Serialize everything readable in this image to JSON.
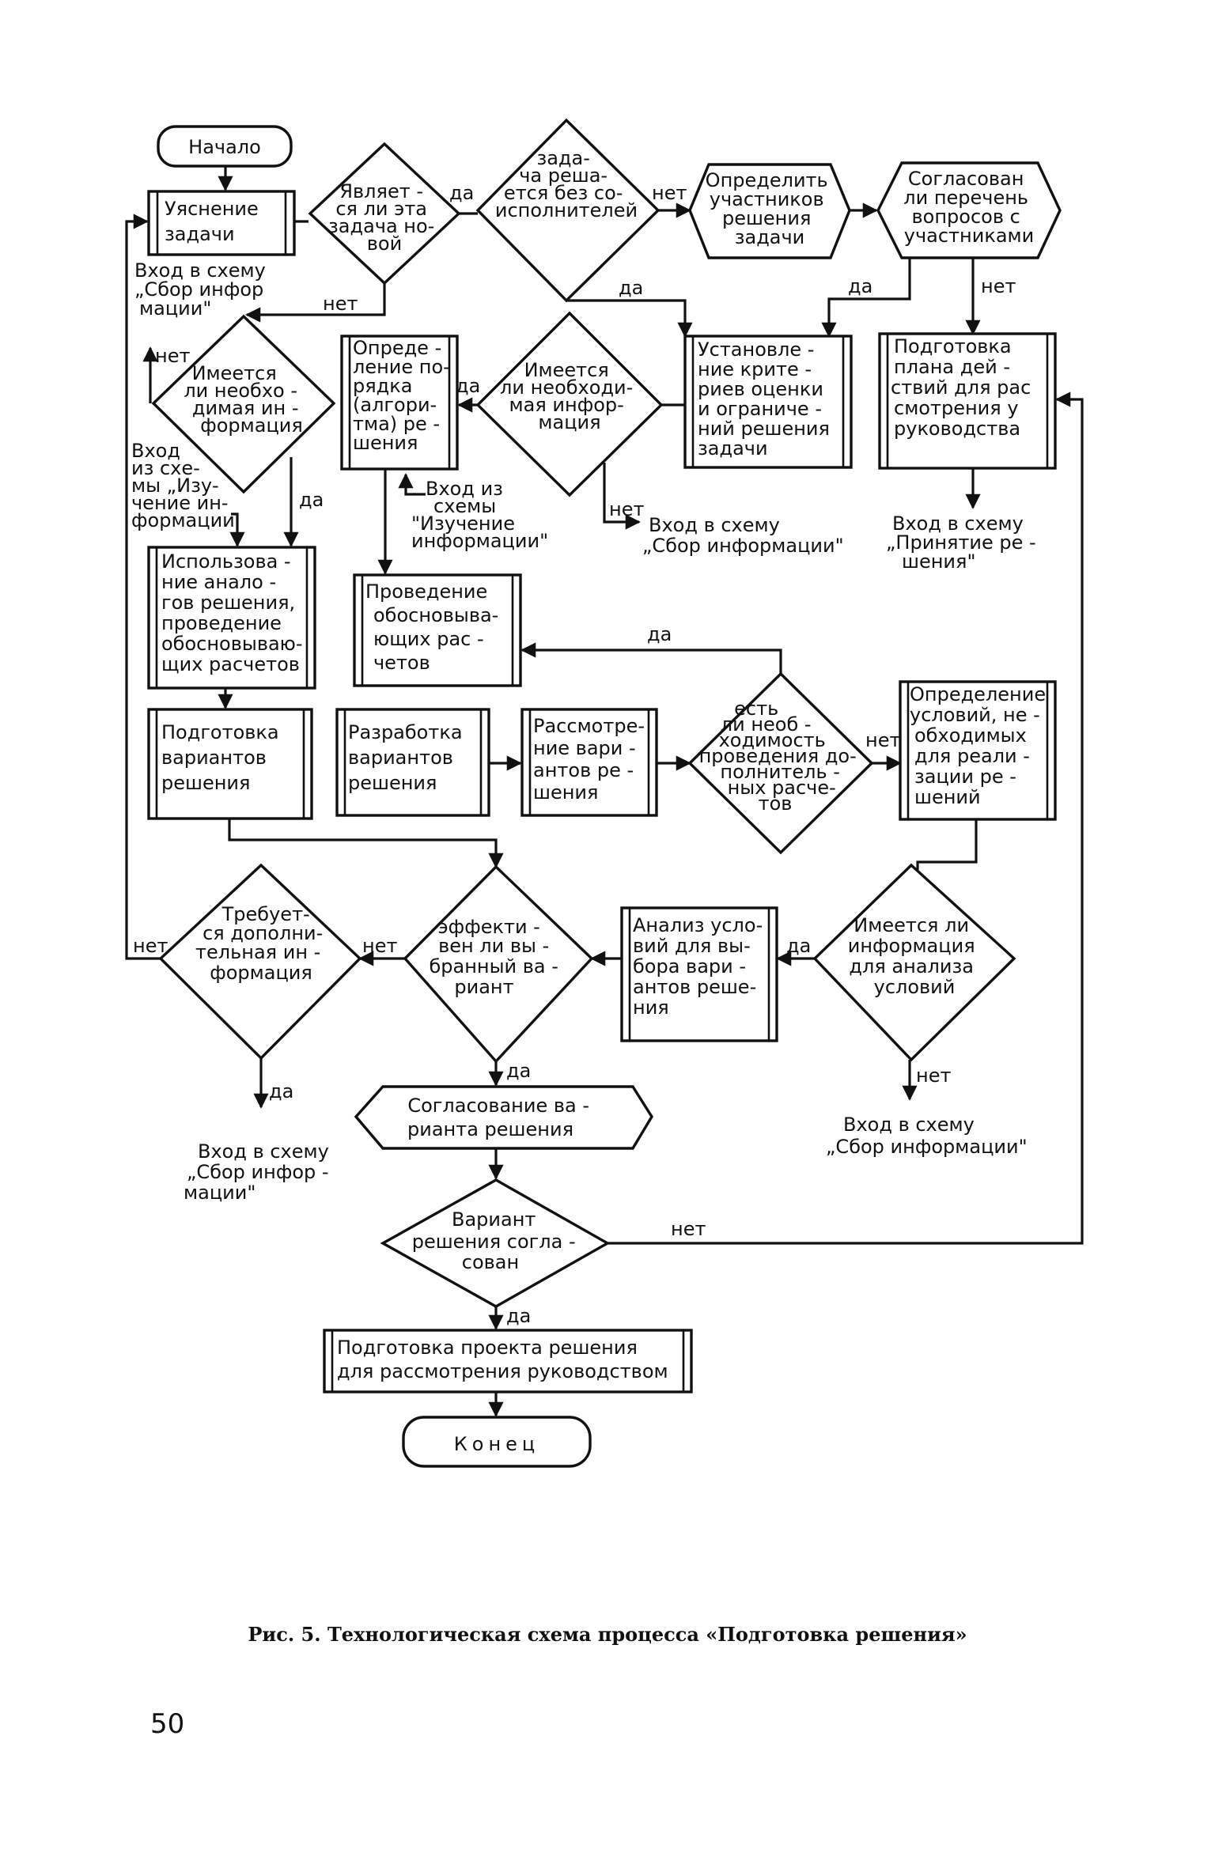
{
  "nodes": {
    "start": "Начало",
    "clarify": [
      "Уяснение",
      "задачи"
    ],
    "is_new": [
      "Являет -",
      "ся ли эта",
      "задача но-",
      "вой"
    ],
    "no_coexec": [
      "зада-",
      "ча реша-",
      "ется без со-",
      "исполнителей"
    ],
    "define_participants": [
      "Определить",
      "участников",
      "решения",
      "задачи"
    ],
    "agreed_list": [
      "Согласован",
      "ли перечень",
      "вопросов с",
      "участниками"
    ],
    "has_info": [
      "Имеется",
      "ли необхо -",
      "димая ин -",
      "формация"
    ],
    "define_order": [
      "Опреде -",
      "ление по-",
      "рядка",
      "(алгори-",
      "тма) ре -",
      "шения"
    ],
    "has_info2": [
      "Имеется",
      "ли необходи-",
      "мая инфор-",
      "мация"
    ],
    "criteria": [
      "Установле -",
      "ние крите -",
      "риев оценки",
      "и ограниче -",
      "ний решения",
      "задачи"
    ],
    "prep_plan": [
      "Подготовка",
      "плана дей -",
      "ствий для рас",
      "смотрения у",
      "руководства"
    ],
    "use_analogs": [
      "Использова -",
      "ние анало -",
      "гов решения,",
      "проведение",
      "обосновываю-",
      "щих расчетов"
    ],
    "justify_calc": [
      "Проведение",
      "обосновыва-",
      "ющих рас -",
      "четов"
    ],
    "prep_variants": [
      "Подготовка",
      "вариантов",
      "решения"
    ],
    "develop_variants": [
      "Разработка",
      "вариантов",
      "решения"
    ],
    "review_variants": [
      "Рассмотре-",
      "ние вари -",
      "антов ре -",
      "шения"
    ],
    "need_extra_calc": [
      "есть",
      "ли необ -",
      "ходимость",
      "проведения до-",
      "полнитель -",
      "ных расче-",
      "тов"
    ],
    "define_conditions": [
      "Определение",
      "условий, не -",
      "обходимых",
      "для реали -",
      "зации ре -",
      "шений"
    ],
    "need_extra_info": [
      "Требует-",
      "ся дополни-",
      "тельная ин -",
      "формация"
    ],
    "effective": [
      "эффекти -",
      "вен ли вы -",
      "бранный ва -",
      "риант"
    ],
    "analyze_conditions": [
      "Анализ усло-",
      "вий для вы-",
      "бора вари -",
      "антов реше-",
      "ния"
    ],
    "has_info_analysis": [
      "Имеется ли",
      "информация",
      "для анализа",
      "условий"
    ],
    "agree_variant": [
      "Согласование ва -",
      "рианта решения"
    ],
    "variant_agreed": [
      "Вариант",
      "решения согла -",
      "сован"
    ],
    "prep_project": [
      "Подготовка проекта решения",
      "для рассмотрения руководством"
    ],
    "end": "Конец"
  },
  "notes": {
    "entry_info_1": [
      "Вход в схему",
      "„Сбор инфор",
      "мации\""
    ],
    "entry_from_study_1": [
      "Вход",
      "из схе-",
      "мы „Изу-",
      "чение ин-",
      "формации"
    ],
    "entry_from_study_2": [
      "Вход из",
      "схемы",
      "\"Изучение",
      "информации\""
    ],
    "entry_info_2": [
      "Вход в схему",
      "„Сбор информации\""
    ],
    "entry_decision": [
      "Вход в схему",
      "„Принятие ре -",
      "шения\""
    ],
    "entry_info_3": [
      "Вход в схему",
      "„Сбор инфор -",
      "мации\""
    ],
    "entry_info_4": [
      "Вход в схему",
      "„Сбор информации\""
    ]
  },
  "labels": {
    "yes": "да",
    "no": "нет"
  },
  "caption": "Рис. 5. Технологическая схема процесса «Подготовка решения»",
  "page_number": "50"
}
